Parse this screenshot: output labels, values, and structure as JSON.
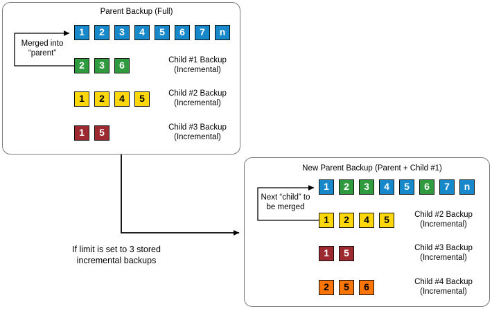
{
  "diagram": {
    "title": "Incremental backup merge / rollup diagram",
    "colors": {
      "blue": "#1788ca",
      "green": "#2f9b3e",
      "yellow": "#fcd70b",
      "dark_red": "#9d2a30",
      "orange": "#f97506",
      "panel_border": "#7a7a7a",
      "block_border": "#101010",
      "connector": "#000000"
    }
  },
  "panel_top": {
    "title": "Parent Backup (Full)",
    "merge_label": "Merged into\n“parent”",
    "merge_label_line1": "Merged into",
    "merge_label_line2": "“parent”",
    "rows": [
      {
        "name": "parent-backup-full",
        "caption": "",
        "caption_line1": "",
        "caption_line2": "",
        "blocks": [
          {
            "label": "1",
            "color": "blue"
          },
          {
            "label": "2",
            "color": "blue"
          },
          {
            "label": "3",
            "color": "blue"
          },
          {
            "label": "4",
            "color": "blue"
          },
          {
            "label": "5",
            "color": "blue"
          },
          {
            "label": "6",
            "color": "blue"
          },
          {
            "label": "7",
            "color": "blue"
          },
          {
            "label": "n",
            "color": "blue"
          }
        ]
      },
      {
        "name": "child-1-backup",
        "caption_line1": "Child #1 Backup",
        "caption_line2": "(Incremental)",
        "blocks": [
          {
            "label": "2",
            "color": "green"
          },
          {
            "label": "3",
            "color": "green"
          },
          {
            "label": "6",
            "color": "green"
          }
        ]
      },
      {
        "name": "child-2-backup",
        "caption_line1": "Child #2 Backup",
        "caption_line2": "(Incremental)",
        "blocks": [
          {
            "label": "1",
            "color": "yellow"
          },
          {
            "label": "2",
            "color": "yellow"
          },
          {
            "label": "4",
            "color": "yellow"
          },
          {
            "label": "5",
            "color": "yellow"
          }
        ]
      },
      {
        "name": "child-3-backup",
        "caption_line1": "Child #3 Backup",
        "caption_line2": "(Incremental)",
        "blocks": [
          {
            "label": "1",
            "color": "red"
          },
          {
            "label": "5",
            "color": "red"
          }
        ]
      }
    ]
  },
  "flow": {
    "label_line1": "If limit is set to 3 stored",
    "label_line2": "incremental backups"
  },
  "panel_bottom": {
    "title": "New Parent Backup (Parent + Child #1)",
    "merge_label_line1": "Next “child” to",
    "merge_label_line2": "be merged",
    "rows": [
      {
        "name": "new-parent-backup",
        "caption_line1": "",
        "caption_line2": "",
        "blocks": [
          {
            "label": "1",
            "color": "blue"
          },
          {
            "label": "2",
            "color": "green"
          },
          {
            "label": "3",
            "color": "green"
          },
          {
            "label": "4",
            "color": "blue"
          },
          {
            "label": "5",
            "color": "blue"
          },
          {
            "label": "6",
            "color": "green"
          },
          {
            "label": "7",
            "color": "blue"
          },
          {
            "label": "n",
            "color": "blue"
          }
        ]
      },
      {
        "name": "child-2-backup",
        "caption_line1": "Child #2 Backup",
        "caption_line2": "(Incremental)",
        "blocks": [
          {
            "label": "1",
            "color": "yellow"
          },
          {
            "label": "2",
            "color": "yellow"
          },
          {
            "label": "4",
            "color": "yellow"
          },
          {
            "label": "5",
            "color": "yellow"
          }
        ]
      },
      {
        "name": "child-3-backup",
        "caption_line1": "Child #3 Backup",
        "caption_line2": "(Incremental)",
        "blocks": [
          {
            "label": "1",
            "color": "red"
          },
          {
            "label": "5",
            "color": "red"
          }
        ]
      },
      {
        "name": "child-4-backup",
        "caption_line1": "Child #4 Backup",
        "caption_line2": "(Incremental)",
        "blocks": [
          {
            "label": "2",
            "color": "orange"
          },
          {
            "label": "5",
            "color": "orange"
          },
          {
            "label": "6",
            "color": "orange"
          }
        ]
      }
    ]
  }
}
